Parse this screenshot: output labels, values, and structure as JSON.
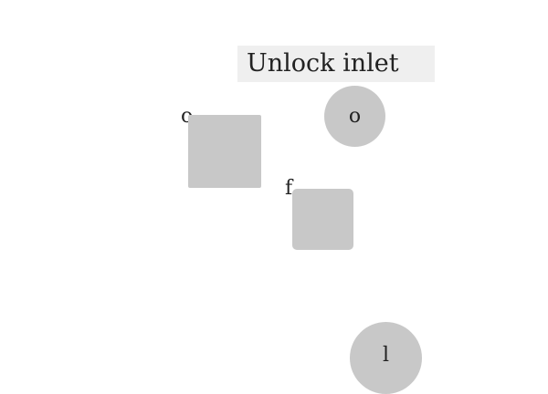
{
  "header": {
    "title": "Unlock inlet"
  },
  "shapes": {
    "square_a_label": "o",
    "square_b_label": "f",
    "circle_top_label": "o",
    "circle_bottom_label": "l"
  },
  "colors": {
    "background": "#ffffff",
    "title_background": "#efefef",
    "shape_fill": "#c8c8c8",
    "text": "#222222"
  }
}
